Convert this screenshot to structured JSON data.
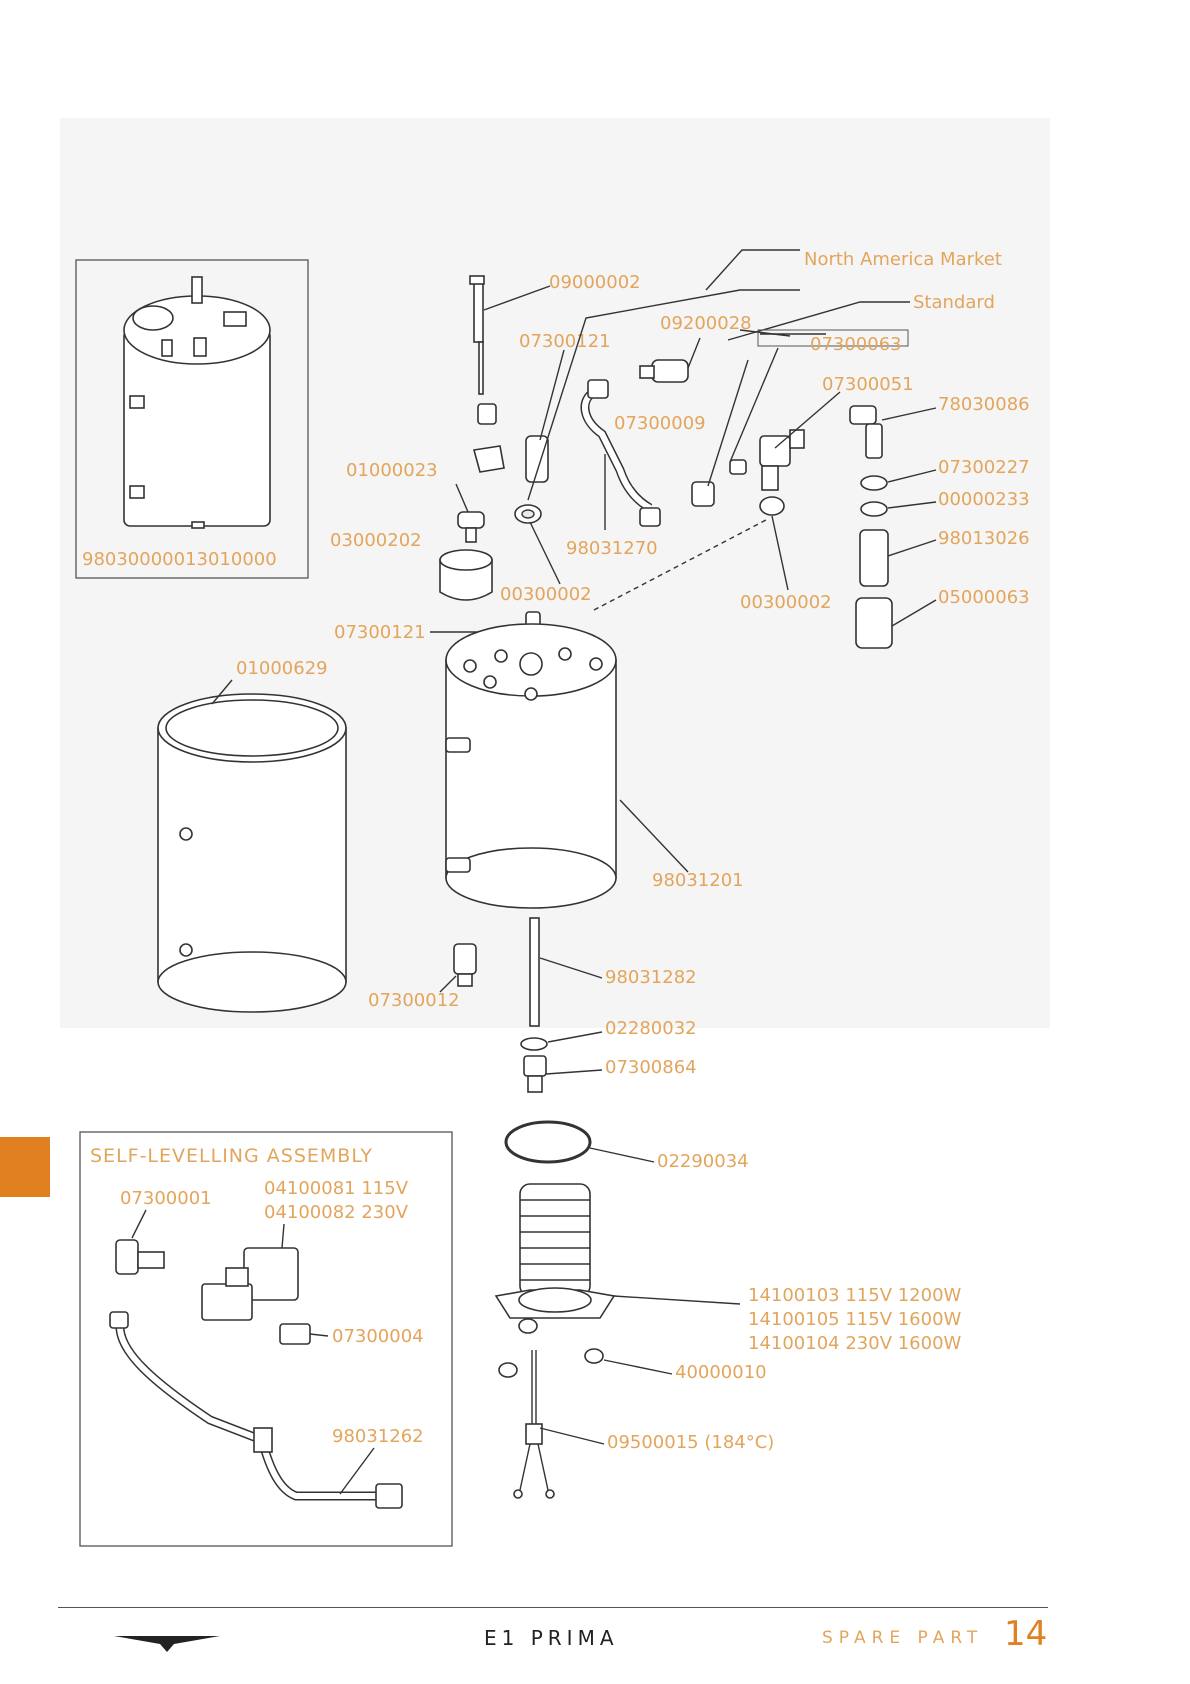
{
  "diagram": {
    "labels": {
      "north_america_market": "North America Market",
      "standard": "Standard",
      "p09000002": "09000002",
      "p09200028": "09200028",
      "p07300121_top": "07300121",
      "p07300063": "07300063",
      "p07300051": "07300051",
      "p78030086": "78030086",
      "p07300009": "07300009",
      "p01000023": "01000023",
      "p07300227": "07300227",
      "p00000233": "00000233",
      "p98013026": "98013026",
      "p03000202": "03000202",
      "p98031270": "98031270",
      "p00300002_a": "00300002",
      "p00300002_b": "00300002",
      "p05000063": "05000063",
      "p07300121_mid": "07300121",
      "p01000629": "01000629",
      "p98031201": "98031201",
      "p98031282": "98031282",
      "p07300012": "07300012",
      "p02280032": "02280032",
      "p07300864": "07300864",
      "p02290034": "02290034",
      "p14100103": "14100103   115V   1200W",
      "p14100105": "14100105   115V   1600W",
      "p14100104": "14100104   230V   1600W",
      "p40000010": "40000010",
      "p09500015": "09500015  (184°C)",
      "assembly_code": "98030000013010000"
    },
    "self_levelling": {
      "title": "SELF-LEVELLING ASSEMBLY",
      "p07300001": "07300001",
      "p04100081": "04100081   115V",
      "p04100082": "04100082   230V",
      "p07300004": "07300004",
      "p98031262": "98031262"
    }
  },
  "footer": {
    "brand": "E1 PRIMA",
    "section": "SPARE PART",
    "page_number": "14"
  },
  "colors": {
    "label": "#e3a55c",
    "accent": "#e08020",
    "line": "#333333"
  }
}
